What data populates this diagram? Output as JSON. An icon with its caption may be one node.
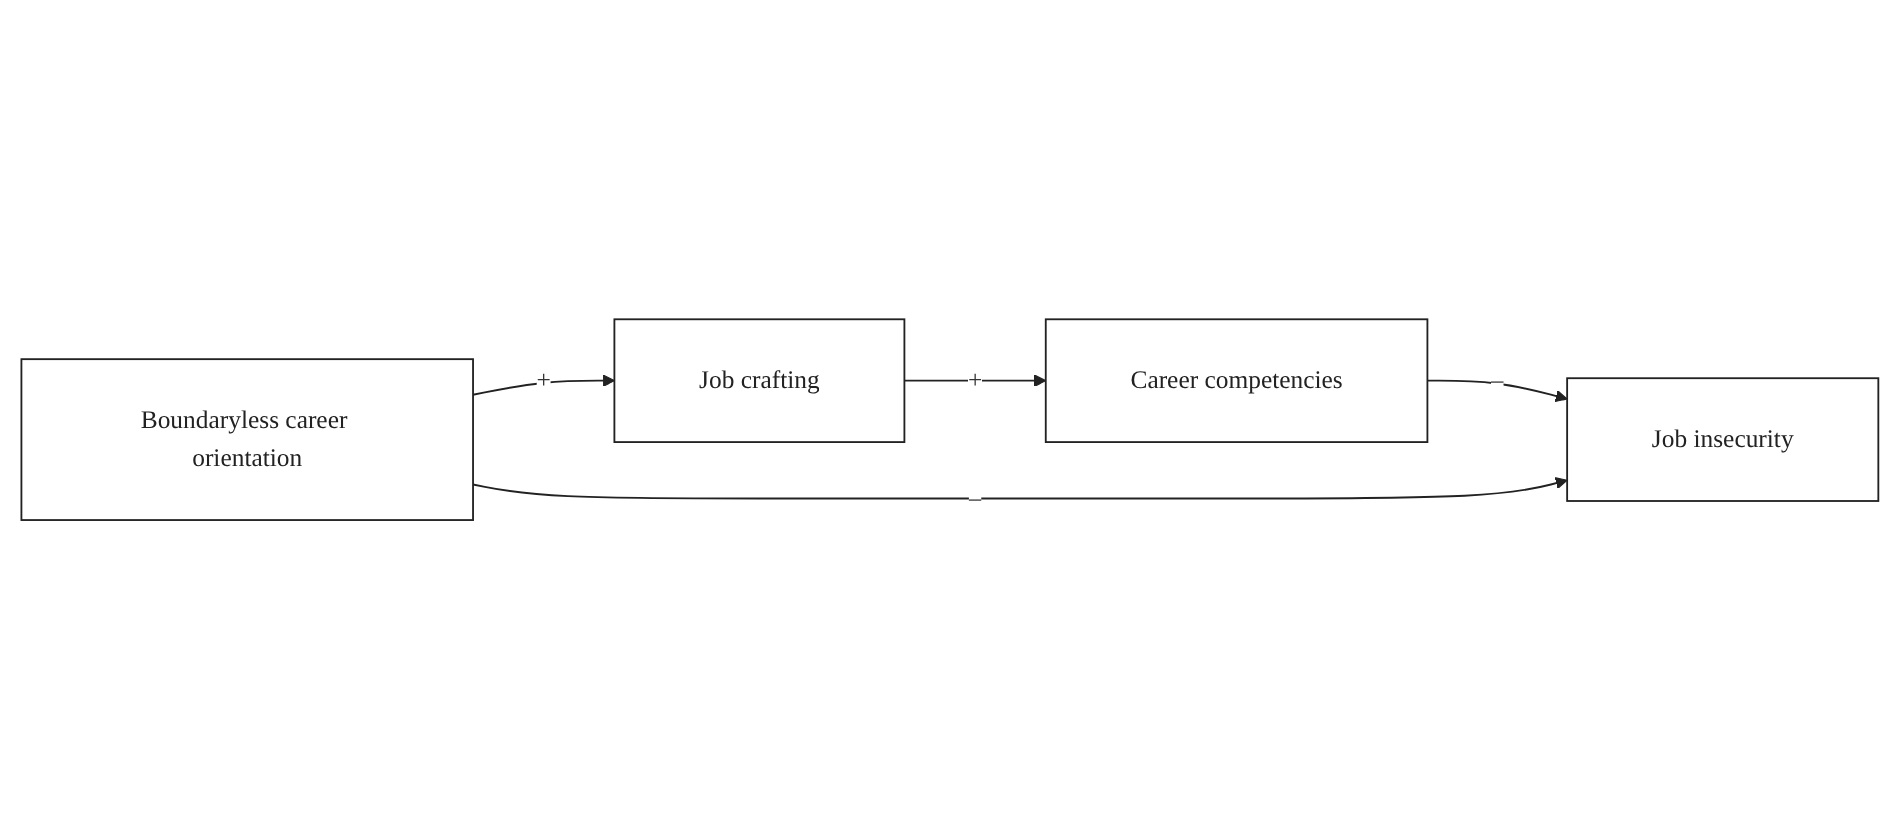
{
  "diagram": {
    "nodes": [
      {
        "text": [
          "Job crafting"
        ]
      },
      {
        "text": [
          "Career competencies"
        ]
      },
      {
        "text": [
          "Boundaryless career orientation"
        ]
      },
      {
        "text": [
          "Job insecurity"
        ]
      }
    ],
    "edges": [
      {
        "from": 0,
        "to": 1,
        "arrow": "to",
        "label": "+"
      },
      {
        "from": 2,
        "to": 0,
        "arrow": "to",
        "label": "+"
      },
      {
        "from": 1,
        "to": 3,
        "arrow": "to",
        "label": "–"
      },
      {
        "from": 2,
        "to": 3,
        "arrow": "to",
        "label": "–"
      }
    ]
  }
}
